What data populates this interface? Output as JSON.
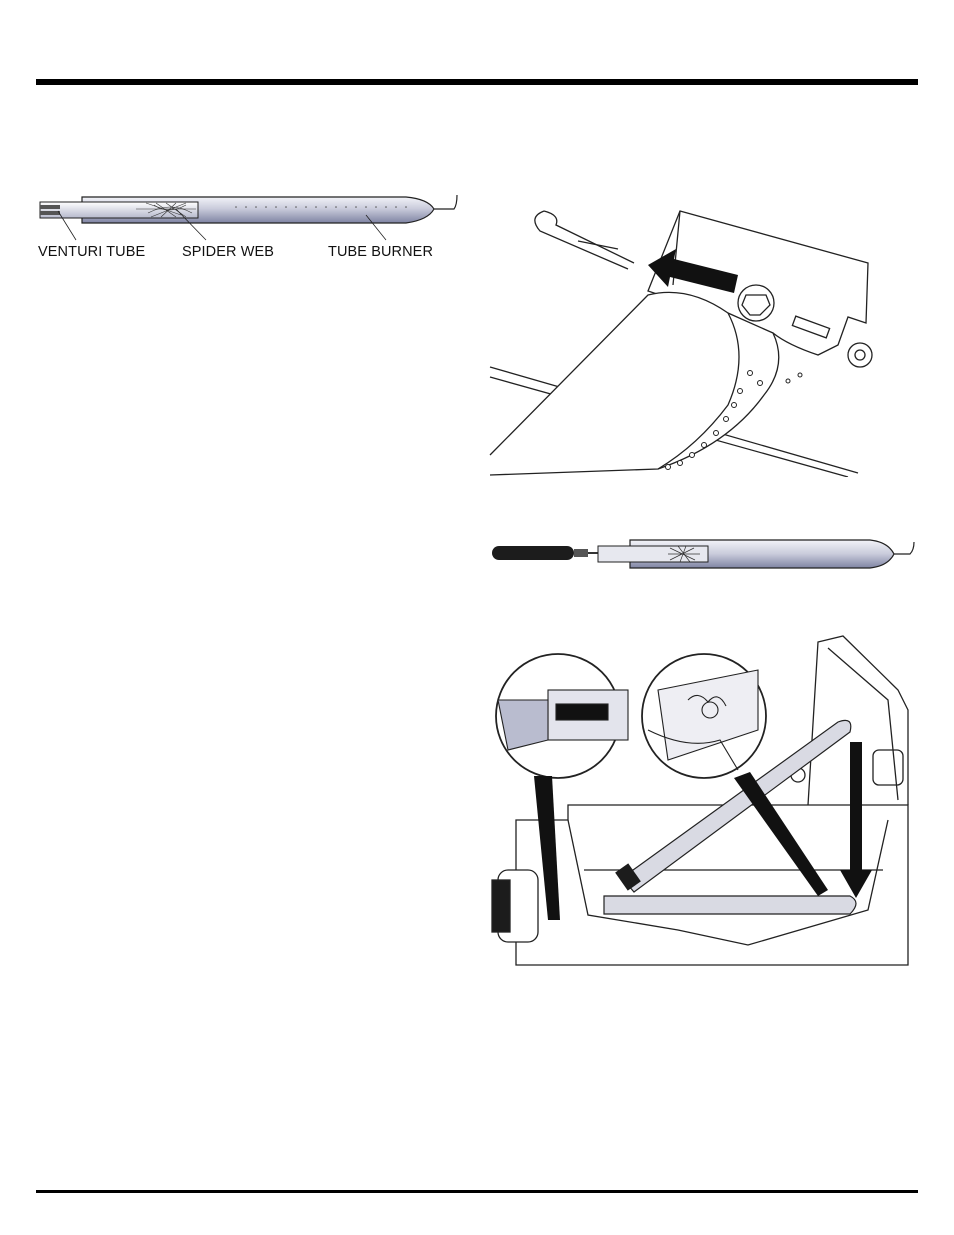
{
  "diagram_labels": {
    "venturi_tube": "VENTURI TUBE",
    "spider_web": "SPIDER WEB",
    "tube_burner": "TUBE BURNER"
  },
  "colors": {
    "rule": "#000000",
    "tube_fill": "#c9cbdb",
    "tube_shadow": "#8a8fae",
    "line": "#222222"
  }
}
